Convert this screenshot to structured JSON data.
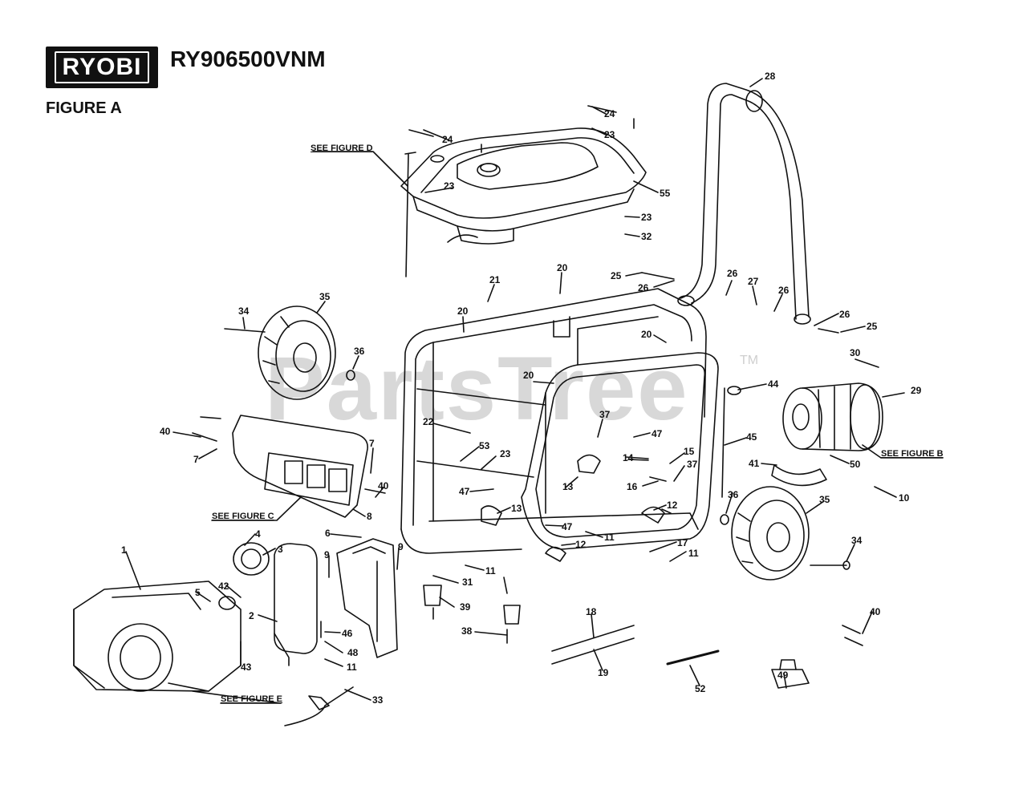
{
  "header": {
    "logo_text": "RYOBI",
    "model": "RY906500VNM",
    "figure_label": "FIGURE A"
  },
  "watermark": {
    "text": "PartsTree",
    "tm": "TM"
  },
  "references": {
    "see_d": "SEE FIGURE D",
    "see_b": "SEE FIGURE B",
    "see_c": "SEE FIGURE C",
    "see_e": "SEE FIGURE E"
  },
  "callouts": {
    "c28": "28",
    "c24a": "24",
    "c23a": "23",
    "c24b": "24",
    "c23b": "23",
    "c55": "55",
    "c23c": "23",
    "c32": "32",
    "c25a": "25",
    "c26a": "26",
    "c26b": "26",
    "c27": "27",
    "c26c": "26",
    "c26d": "26",
    "c25b": "25",
    "c20a": "20",
    "c21": "21",
    "c20b": "20",
    "c20c": "20",
    "c20d": "20",
    "c34a": "34",
    "c35a": "35",
    "c36a": "36",
    "c30": "30",
    "c44": "44",
    "c29": "29",
    "c22": "22",
    "c37a": "37",
    "c47a": "47",
    "c53": "53",
    "c23d": "23",
    "c14": "14",
    "c15": "15",
    "c37b": "37",
    "c16": "16",
    "c45": "45",
    "c41": "41",
    "c50": "50",
    "c40a": "40",
    "c7a": "7",
    "c7b": "7",
    "c40b": "40",
    "c47b": "47",
    "c13a": "13",
    "c13b": "13",
    "c12a": "12",
    "c10": "10",
    "c36b": "36",
    "c35b": "35",
    "c8": "8",
    "c47c": "47",
    "c11a": "11",
    "c12b": "12",
    "c4": "4",
    "c3": "3",
    "c6": "6",
    "c9a": "9",
    "c9b": "9",
    "c17": "17",
    "c11b": "11",
    "c34b": "34",
    "c1": "1",
    "c42": "42",
    "c5": "5",
    "c11c": "11",
    "c31": "31",
    "c39": "39",
    "c2": "2",
    "c46": "46",
    "c48": "48",
    "c43": "43",
    "c11d": "11",
    "c38": "38",
    "c18": "18",
    "c19": "19",
    "c40c": "40",
    "c52": "52",
    "c49": "49",
    "c33": "33"
  }
}
